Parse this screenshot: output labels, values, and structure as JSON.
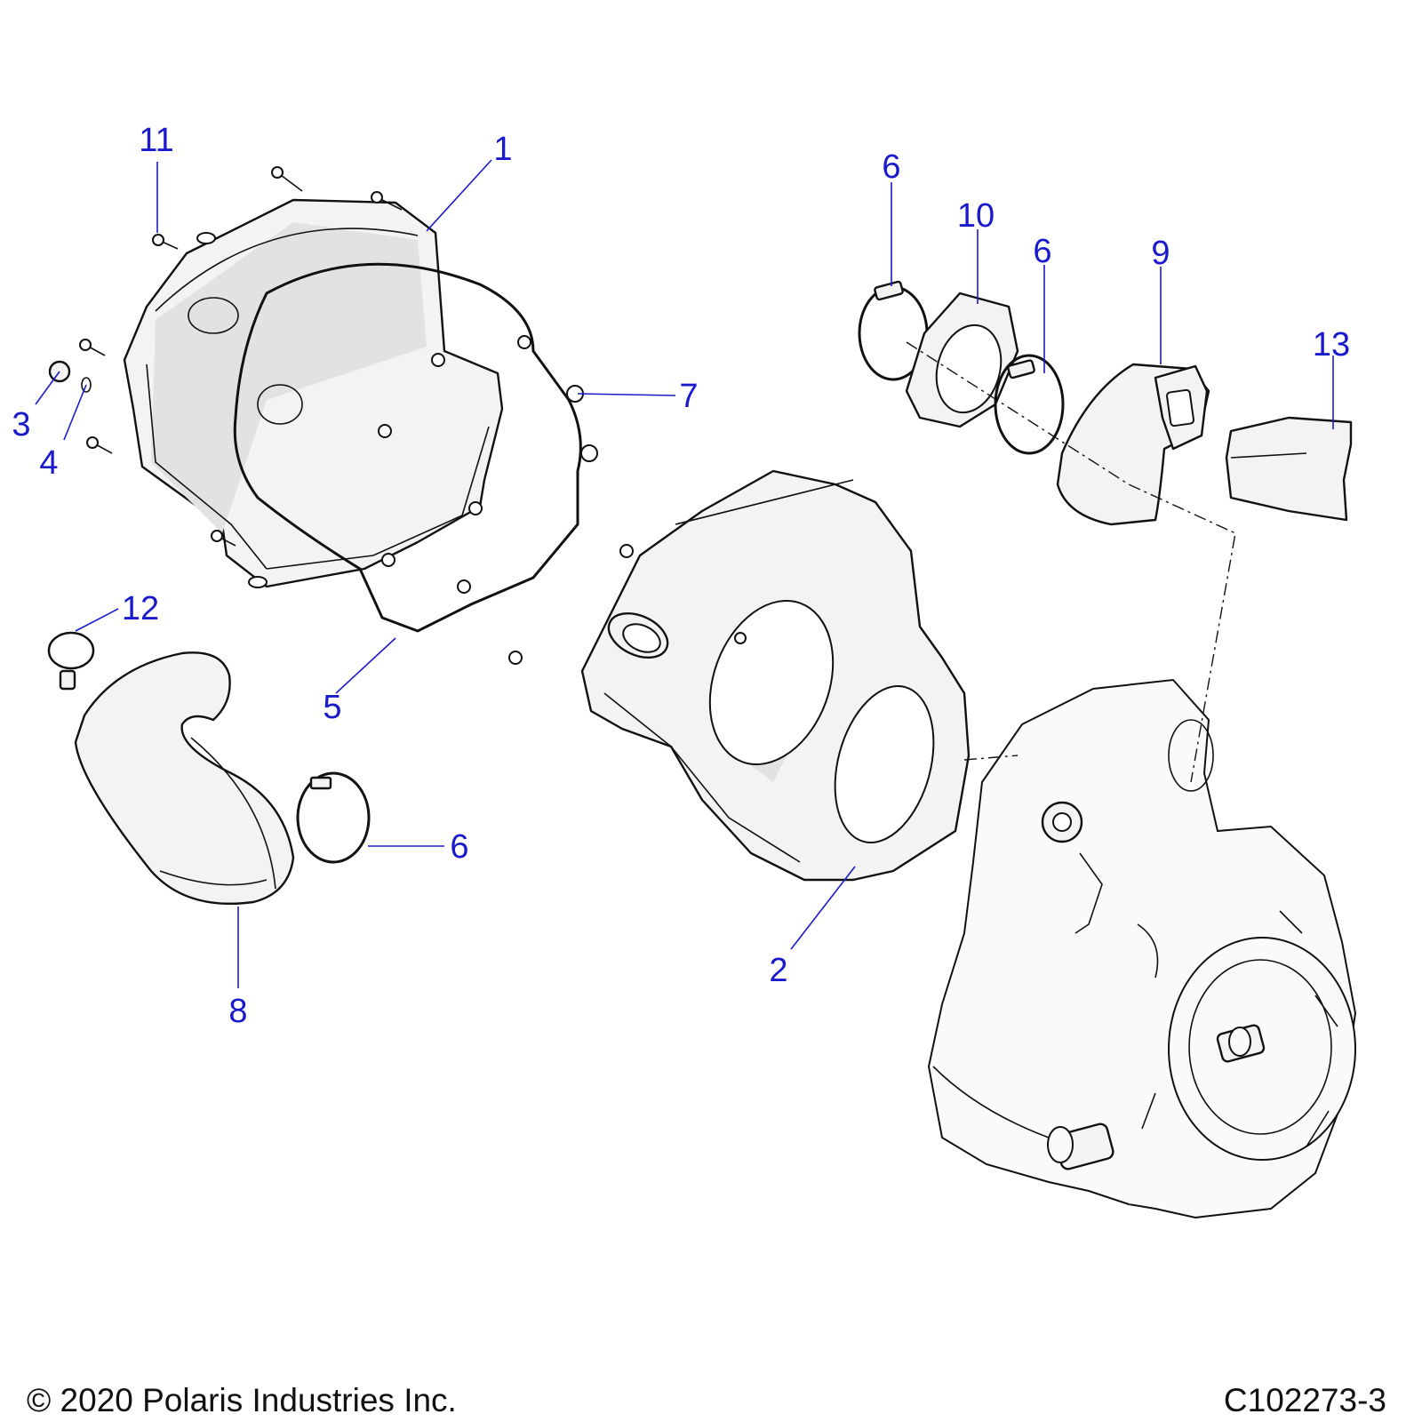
{
  "callouts": [
    {
      "id": "1",
      "label": "1"
    },
    {
      "id": "2",
      "label": "2"
    },
    {
      "id": "3",
      "label": "3"
    },
    {
      "id": "4",
      "label": "4"
    },
    {
      "id": "5",
      "label": "5"
    },
    {
      "id": "6a",
      "label": "6"
    },
    {
      "id": "6b",
      "label": "6"
    },
    {
      "id": "6c",
      "label": "6"
    },
    {
      "id": "7",
      "label": "7"
    },
    {
      "id": "8",
      "label": "8"
    },
    {
      "id": "9",
      "label": "9"
    },
    {
      "id": "10",
      "label": "10"
    },
    {
      "id": "11",
      "label": "11"
    },
    {
      "id": "12",
      "label": "12"
    },
    {
      "id": "13",
      "label": "13"
    }
  ],
  "footer": {
    "copyright": "© 2020 Polaris Industries Inc.",
    "drawing_number": "C102273-3"
  },
  "colors": {
    "callout": "#1a1acc",
    "line_art": "#111111"
  }
}
